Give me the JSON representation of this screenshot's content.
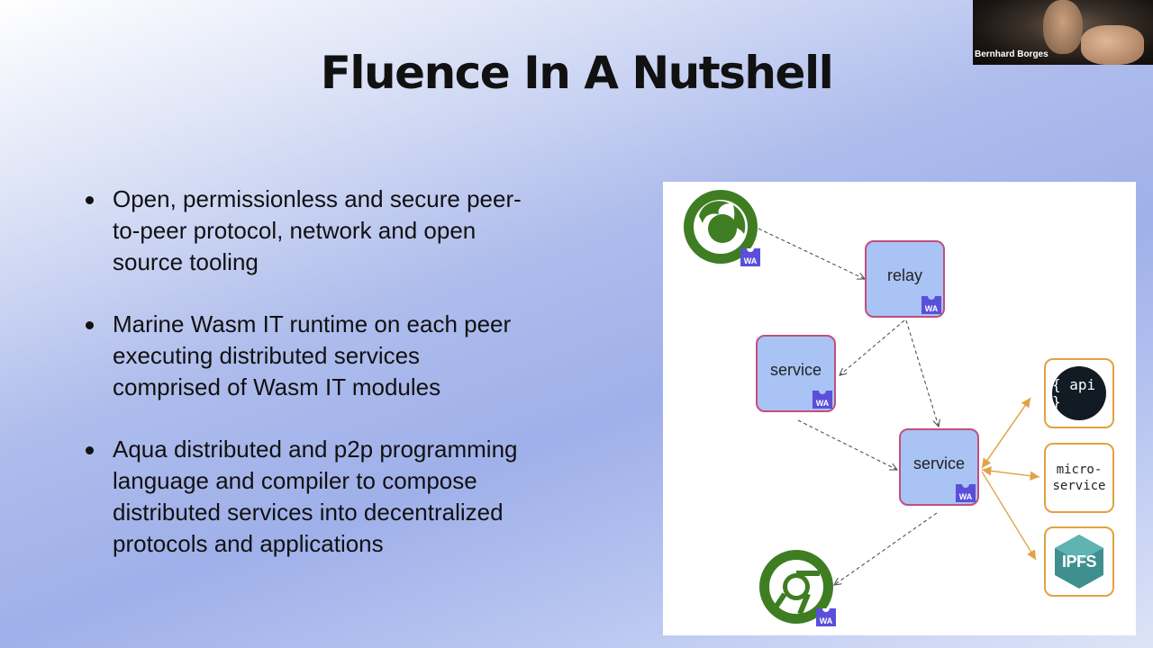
{
  "slide": {
    "title": "Fluence In A Nutshell",
    "bullets": [
      {
        "lines": [
          "Open, permissionless and secure peer-",
          "to-peer protocol, network and open",
          "source tooling"
        ]
      },
      {
        "lines": [
          "Marine Wasm IT runtime on each peer",
          "executing distributed services",
          "comprised of Wasm IT modules"
        ]
      },
      {
        "lines": [
          "Aqua distributed and p2p programming",
          "language and compiler to compose",
          "distributed services into decentralized",
          "protocols and applications"
        ]
      }
    ]
  },
  "diagram": {
    "relay_label": "relay",
    "service_label": "service",
    "service2_label": "service",
    "wa_badge": "WA",
    "api_label": "{ api }",
    "micro_line1": "micro-",
    "micro_line2": "service",
    "ipfs_label": "IPFS",
    "icons": [
      "firefox-icon",
      "chrome-icon",
      "api-icon",
      "ipfs-icon"
    ],
    "colors": {
      "node_fill": "#a9c3f5",
      "node_border": "#c0507a",
      "wa_badge": "#5a4fd8",
      "arrow_orange": "#e0a243",
      "browser_green": "#3f7d23"
    }
  },
  "video": {
    "participant_name": "Bernhard Borges"
  }
}
